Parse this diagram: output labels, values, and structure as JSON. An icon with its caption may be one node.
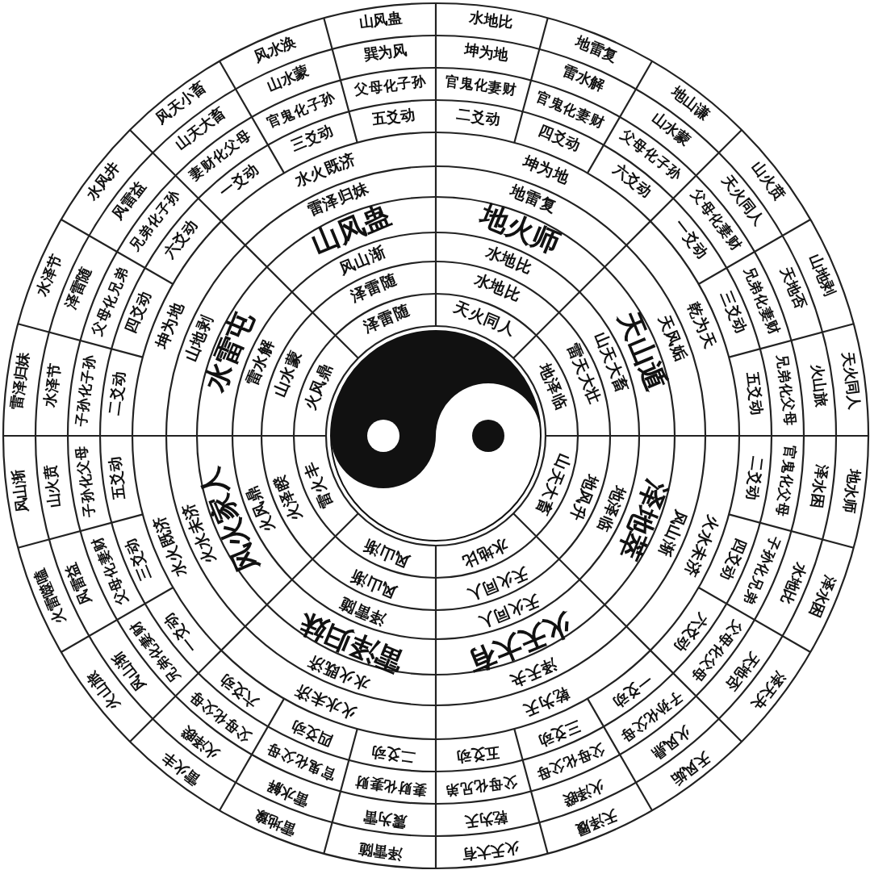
{
  "diagram": {
    "labels": [
      "天火同人",
      "水地比",
      "水地比",
      "地火师",
      "地雷复",
      "坤为地",
      "地泽临",
      "雷天大壮",
      "山天大畜",
      "天山遁",
      "天风姤",
      "乾为天",
      "山天大畜",
      "地风升",
      "地泽临",
      "泽地萃",
      "风山渐",
      "火水未济",
      "水地比",
      "天火同人",
      "天火同人",
      "火天大有",
      "泽天夬",
      "乾为天",
      "风山渐",
      "风山渐",
      "泽雷随",
      "雷泽归妹",
      "水火既济",
      "火水未济",
      "雷火丰",
      "火泽睽",
      "火风鼎",
      "风火家人",
      "火水未济",
      "水火既济",
      "火风鼎",
      "山水蒙",
      "雷水解",
      "水雷屯",
      "山地剥",
      "坤为地",
      "泽雷随",
      "泽雷随",
      "风山渐",
      "山风蛊",
      "雷泽归妹",
      "水火既济",
      "水地比",
      "坤为地",
      "官鬼化妻财",
      "二爻动",
      "地雷复",
      "雷水解",
      "官鬼化妻财",
      "四爻动",
      "地山谦",
      "山水蒙",
      "父母化子孙",
      "六爻动",
      "山火贲",
      "天火同人",
      "父母化妻财",
      "一爻动",
      "山地剥",
      "天地否",
      "兄弟化妻财",
      "三爻动",
      "天火同人",
      "火山旅",
      "兄弟化父母",
      "五爻动",
      "地水师",
      "泽水困",
      "官鬼化父母",
      "二爻动",
      "泽水困",
      "水地比",
      "子孙化兄弟",
      "四爻动",
      "泽天夬",
      "天地否",
      "父母化父母",
      "六爻动",
      "天风姤",
      "火风鼎",
      "子孙化父母",
      "一爻动",
      "天泽履",
      "火泽睽",
      "父母化父母",
      "三爻动",
      "火天大有",
      "乾为天",
      "父母化兄弟",
      "五爻动",
      "泽雷随",
      "震为雷",
      "妻财化妻财",
      "二爻动",
      "雷地豫",
      "雷水解",
      "官鬼化父母",
      "四爻动",
      "雷火丰",
      "火泽睽",
      "父母化父母",
      "六爻动",
      "火山旅",
      "风山渐",
      "兄弟化妻财",
      "一爻动",
      "火雷噬嗑",
      "风雷益",
      "父母化妻财",
      "三爻动",
      "风山渐",
      "山火贲",
      "子孙化父母",
      "五爻动",
      "雷泽归妹",
      "水泽节",
      "子孙化子孙",
      "二爻动",
      "水泽节",
      "泽雷随",
      "父母化兄弟",
      "四爻动",
      "水风井",
      "风雷益",
      "兄弟化子孙",
      "六爻动",
      "风天小畜",
      "山天大畜",
      "妻财化父母",
      "一爻动",
      "风水涣",
      "山水蒙",
      "官鬼化子孙",
      "三爻动",
      "山风蛊",
      "巽为风",
      "父母化子孙",
      "五爻动"
    ]
  }
}
